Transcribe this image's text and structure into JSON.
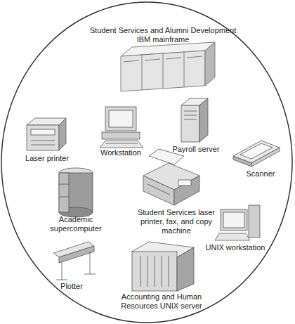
{
  "diagram": {
    "labels": [
      "Student Services and Alumni Development IBM mainframe",
      "Laser printer",
      "Workstation",
      "Payroll server",
      "Scanner",
      "Academic supercomputer",
      "Student Services laser printer, fax, and copy machine",
      "UNIX workstation",
      "Plotter",
      "Accounting and Human Resources UNIX server"
    ]
  }
}
